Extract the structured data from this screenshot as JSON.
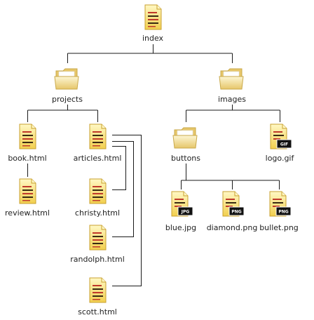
{
  "nodes": [
    {
      "id": "index",
      "label": "index",
      "type": "doc"
    },
    {
      "id": "projects",
      "label": "projects",
      "type": "folder"
    },
    {
      "id": "images",
      "label": "images",
      "type": "folder"
    },
    {
      "id": "book",
      "label": "book.html",
      "type": "doc"
    },
    {
      "id": "review",
      "label": "review.html",
      "type": "doc"
    },
    {
      "id": "articles",
      "label": "articles.html",
      "type": "doc"
    },
    {
      "id": "christy",
      "label": "christy.html",
      "type": "doc"
    },
    {
      "id": "randolph",
      "label": "randolph.html",
      "type": "doc"
    },
    {
      "id": "scott",
      "label": "scott.html",
      "type": "doc"
    },
    {
      "id": "buttons",
      "label": "buttons",
      "type": "folder"
    },
    {
      "id": "logo",
      "label": "logo.gif",
      "type": "image",
      "badge": "GIF"
    },
    {
      "id": "blue",
      "label": "blue.jpg",
      "type": "image",
      "badge": "JPG"
    },
    {
      "id": "diamond",
      "label": "diamond.png",
      "type": "image",
      "badge": "PNG"
    },
    {
      "id": "bullet",
      "label": "bullet.png",
      "type": "image",
      "badge": "PNG"
    }
  ],
  "edges": [
    [
      "index",
      "projects"
    ],
    [
      "index",
      "images"
    ],
    [
      "projects",
      "book"
    ],
    [
      "projects",
      "articles"
    ],
    [
      "book",
      "review"
    ],
    [
      "articles",
      "christy"
    ],
    [
      "articles",
      "randolph"
    ],
    [
      "articles",
      "scott"
    ],
    [
      "images",
      "buttons"
    ],
    [
      "images",
      "logo"
    ],
    [
      "buttons",
      "blue"
    ],
    [
      "buttons",
      "diamond"
    ],
    [
      "buttons",
      "bullet"
    ]
  ],
  "colors": {
    "line": "#1a1a1a",
    "folder_light": "#fdf6d4",
    "folder_dark": "#e6c66a",
    "folder_edge": "#c9a94a",
    "page_light": "#fff8c4",
    "page_dark": "#f1cf4e",
    "page_edge": "#c9a030",
    "text_line": "#c0392b",
    "badge_bg": "#111111",
    "badge_text": "#ffffff"
  }
}
